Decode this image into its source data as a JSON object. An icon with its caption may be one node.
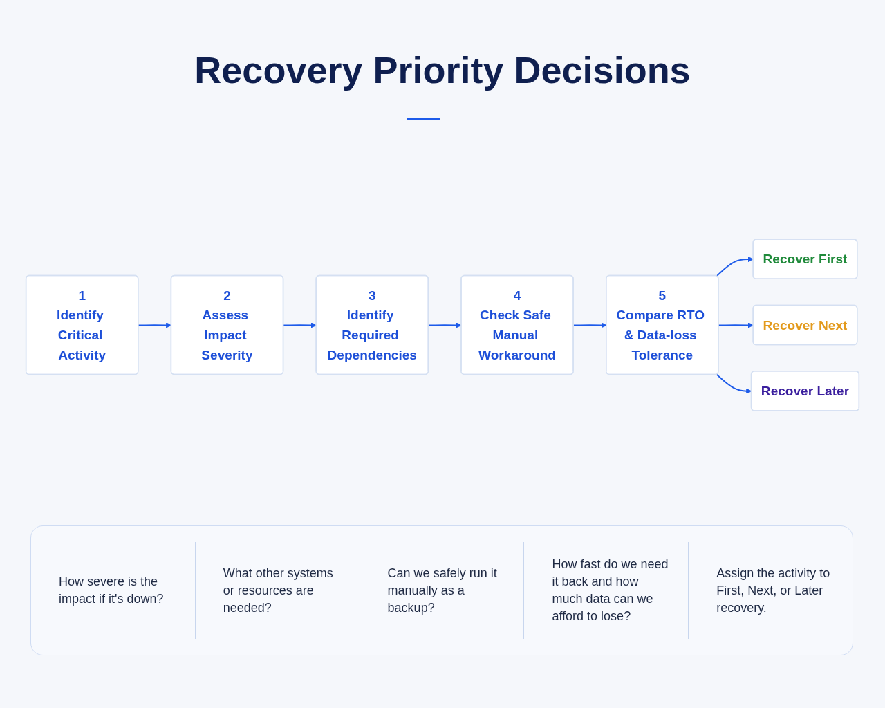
{
  "diagram": {
    "title": "Recovery Priority Decisions",
    "nodes": [
      {
        "text": [
          "1",
          "Identify Critical Activity"
        ]
      },
      {
        "text": [
          "2",
          "Assess Impact Severity"
        ]
      },
      {
        "text": [
          "3",
          "Identify Required Dependencies"
        ]
      },
      {
        "text": [
          "4",
          "Check Safe Manual Workaround"
        ]
      },
      {
        "text": [
          "5",
          "Compare RTO & Data-loss Tolerance"
        ]
      },
      {
        "text": [
          "Recover First"
        ]
      },
      {
        "text": [
          "Recover Next"
        ]
      },
      {
        "text": [
          "Recover Later"
        ]
      }
    ],
    "edges": [
      {
        "from": 0,
        "to": 1,
        "arrow": "to"
      },
      {
        "from": 1,
        "to": 2,
        "arrow": "to"
      },
      {
        "from": 2,
        "to": 3,
        "arrow": "to"
      },
      {
        "from": 3,
        "to": 4,
        "arrow": "to"
      },
      {
        "from": 4,
        "to": 5,
        "arrow": "to"
      },
      {
        "from": 4,
        "to": 6,
        "arrow": "to"
      },
      {
        "from": 4,
        "to": 7,
        "arrow": "to"
      }
    ],
    "labels": [
      "How severe is the impact if it's down?",
      "What other systems or resources are needed?",
      "Can we safely run it manually as a backup?",
      "How fast do we need it back and how much data can we afford to lose?",
      "Assign the activity to First, Next, or Later recovery."
    ]
  }
}
